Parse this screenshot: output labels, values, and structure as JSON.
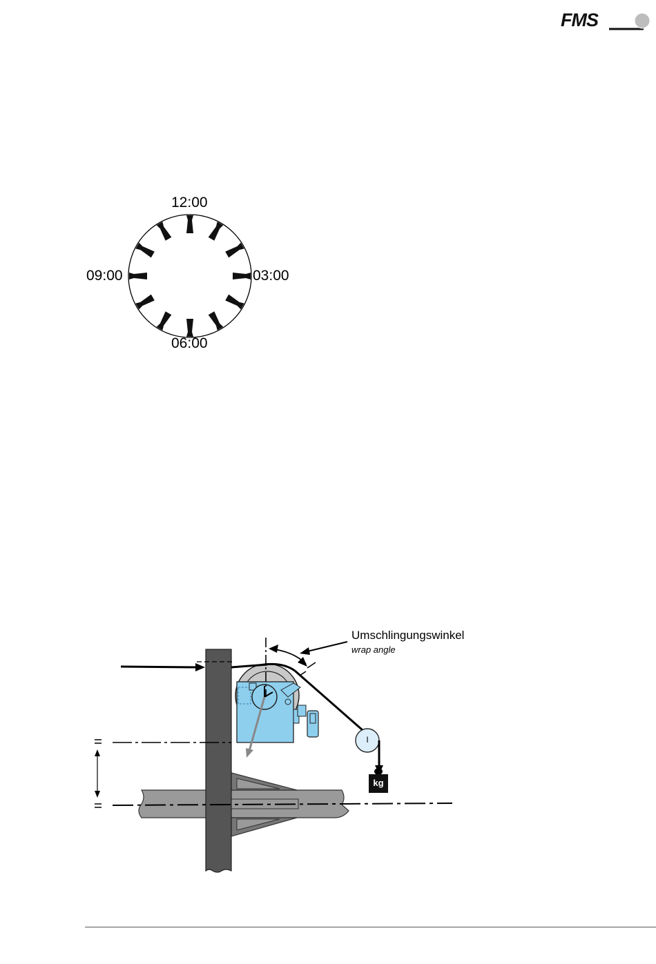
{
  "header": {
    "logo_text": "FMS",
    "logo_icon": "fms-logo-icon"
  },
  "clock_diagram": {
    "label_top": "12:00",
    "label_right": "03:00",
    "label_bottom": "06:00",
    "label_left": "09:00",
    "positions": 12
  },
  "technical_drawing": {
    "label_de": "Umschlingungswinkel",
    "label_en": "wrap angle",
    "weight_label": "kg",
    "roll_label": "I",
    "colors": {
      "sensor_blue": "#8ecfee",
      "roller_gray": "#c8c8c8",
      "frame_dark": "#555555",
      "shaft_gray": "#9a9a9a"
    }
  }
}
